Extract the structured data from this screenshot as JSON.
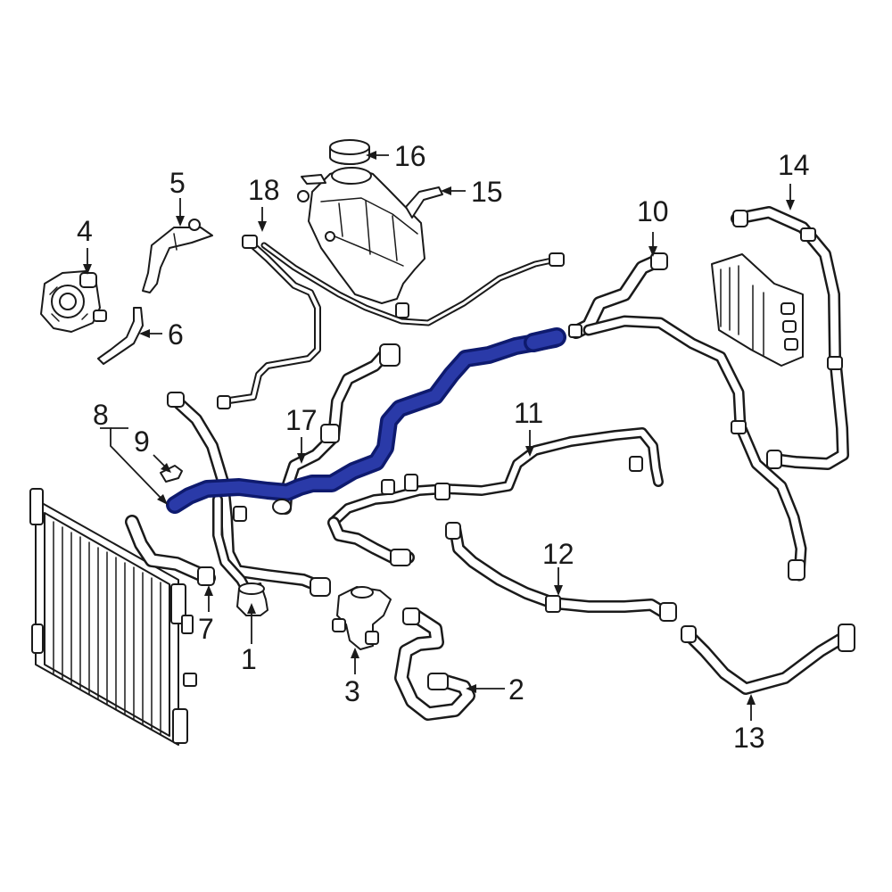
{
  "colors": {
    "background": "#ffffff",
    "line": "#1a1a1a",
    "highlight_outline": "#0e1a6e",
    "highlight_fill": "#2a3aa8"
  },
  "highlighted_part": "9",
  "callouts": {
    "c1": "1",
    "c2": "2",
    "c3": "3",
    "c4": "4",
    "c5": "5",
    "c6": "6",
    "c7": "7",
    "c8": "8",
    "c9": "9",
    "c10": "10",
    "c11": "11",
    "c12": "12",
    "c13": "13",
    "c14": "14",
    "c15": "15",
    "c16": "16",
    "c17": "17",
    "c18": "18"
  }
}
